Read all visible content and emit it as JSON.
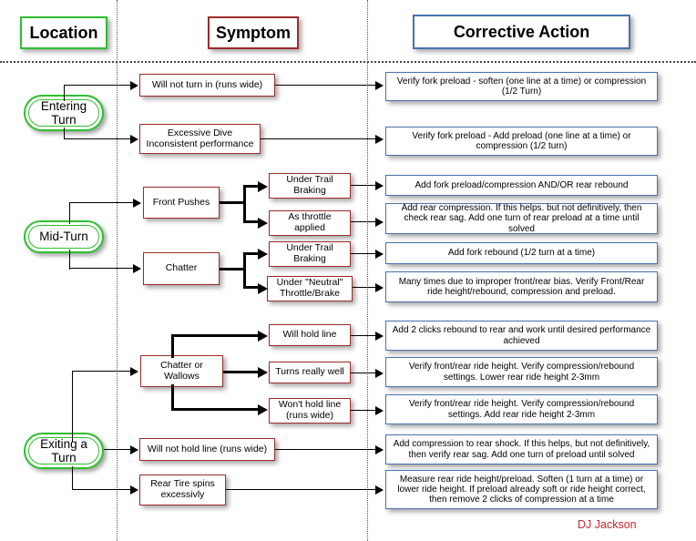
{
  "headers": [
    {
      "label": "Location",
      "color": "#2fbe2f"
    },
    {
      "label": "Symptom",
      "color": "#9e2b2b"
    },
    {
      "label": "Corrective Action",
      "color": "#4a72b0"
    }
  ],
  "locations": [
    {
      "label": "Entering\nTurn"
    },
    {
      "label": "Mid-Turn"
    },
    {
      "label": "Exiting a\nTurn"
    }
  ],
  "symptoms": [
    {
      "label": "Will not turn in (runs wide)"
    },
    {
      "label": "Excessive Dive\nInconsistent performance"
    },
    {
      "label": "Front Pushes"
    },
    {
      "label": "Chatter"
    },
    {
      "label": "Chatter or\nWallows"
    },
    {
      "label": "Will not  hold line (runs wide)"
    },
    {
      "label": "Rear Tire spins\nexcessivly"
    }
  ],
  "sub_symptoms": [
    {
      "label": "Under Trail\nBraking"
    },
    {
      "label": "As throttle\napplied"
    },
    {
      "label": "Under Trail\nBraking"
    },
    {
      "label": "Under \"Neutral\"\nThrottle/Brake"
    },
    {
      "label": "Will hold line"
    },
    {
      "label": "Turns really well"
    },
    {
      "label": "Won't hold line\n(runs wide)"
    }
  ],
  "actions": [
    {
      "label": "Verify fork preload - soften (one line at a time) or compression (1/2 Turn)"
    },
    {
      "label": "Verify fork preload - Add preload (one line at a time) or compression (1/2 turn)"
    },
    {
      "label": "Add fork preload/compression AND/OR rear rebound"
    },
    {
      "label": "Add rear compression. If this helps. but not definitively, then check rear sag. Add one turn of rear preload at a time until solved"
    },
    {
      "label": "Add fork rebound (1/2 turn at a time)"
    },
    {
      "label": "Many times due to improper front/rear bias. Verify Front/Rear ride height/rebound, compression and preload."
    },
    {
      "label": "Add 2 clicks rebound to rear and work until desired performance achieved"
    },
    {
      "label": "Verify front/rear ride height. Verify compression/rebound settings. Lower rear ride height 2-3mm"
    },
    {
      "label": "Verify front/rear ride height. Verify compression/rebound settings. Add rear ride height 2-3mm"
    },
    {
      "label": "Add compression to rear shock. If this helps, but not definitively, then verify rear sag. Add one turn of preload until solved"
    },
    {
      "label": "Measure rear ride height/preload. Soften (1 turn at a time) or lower ride height. If preload already soft or ride height correct, then remove 2 clicks of compression at a time"
    }
  ],
  "signature": "DJ Jackson"
}
